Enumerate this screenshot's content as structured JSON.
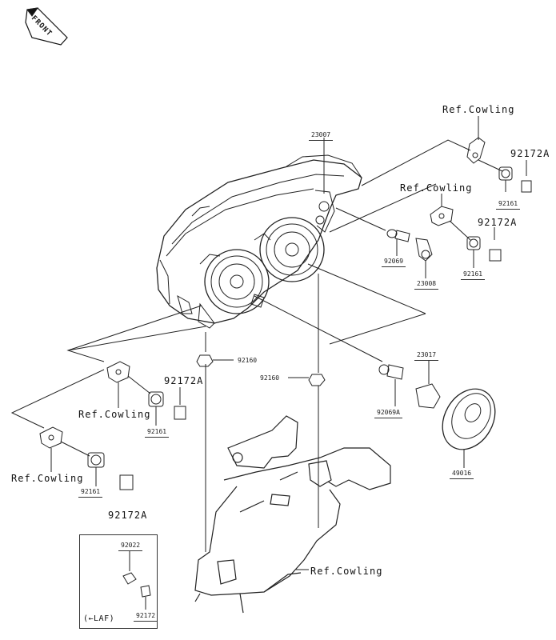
{
  "front_label": "FRONT",
  "ref_labels": {
    "cowling_top": "Ref.Cowling",
    "cowling_mid": "Ref.Cowling",
    "cowling_left1": "Ref.Cowling",
    "cowling_left2": "Ref.Cowling",
    "cowling_bottom": "Ref.Cowling"
  },
  "part_numbers": {
    "p23007": "23007",
    "p92172A_top": "92172A",
    "p92161_top": "92161",
    "p92172A_mid": "92172A",
    "p92161_mid": "92161",
    "p92069": "92069",
    "p23008": "23008",
    "p92160_a": "92160",
    "p92160_b": "92160",
    "p23017": "23017",
    "p92069A": "92069A",
    "p92172A_left1": "92172A",
    "p92161_left1": "92161",
    "p92161_left2": "92161",
    "p92172A_left2": "92172A",
    "p49016": "49016",
    "p92022": "92022",
    "p92172": "92172"
  },
  "laf_note": "(←LAF)"
}
